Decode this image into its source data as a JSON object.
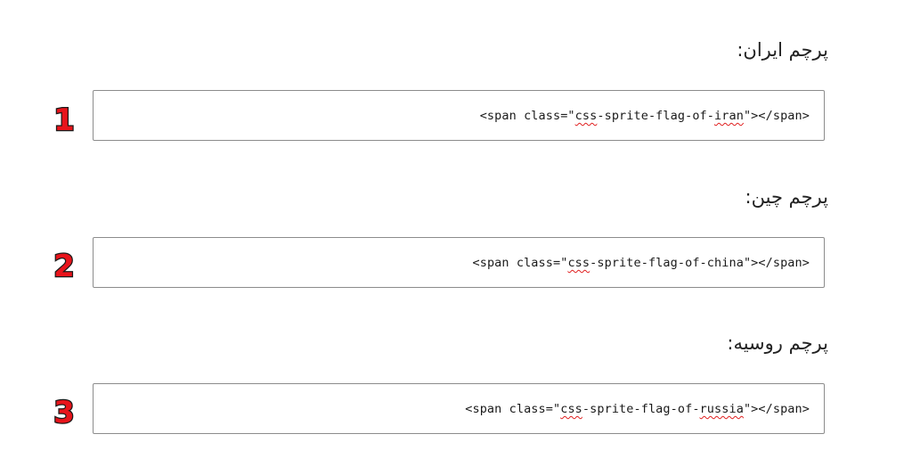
{
  "colors": {
    "badge_fill": "#e8141b",
    "badge_outline": "#1a1a1a",
    "spellcheck": "#e02020",
    "text": "#222222",
    "border": "#8c8c8c"
  },
  "sections": [
    {
      "number": "1",
      "heading": "پرچم ایران:",
      "code": {
        "prefix": "<span class=\"",
        "flagged_1": "css",
        "mid": "-sprite-flag-of-",
        "flagged_2": "iran",
        "suffix": "\"></span>"
      }
    },
    {
      "number": "2",
      "heading": "پرچم چین:",
      "code": {
        "prefix": "<span class=\"",
        "flagged_1": "css",
        "mid": "-sprite-flag-of-",
        "flagged_2": "china",
        "suffix": "\"></span>"
      }
    },
    {
      "number": "3",
      "heading": "پرچم روسیه:",
      "code": {
        "prefix": "<span class=\"",
        "flagged_1": "css",
        "mid": "-sprite-flag-of-",
        "flagged_2": "russia",
        "suffix": "\"></span>"
      }
    }
  ]
}
